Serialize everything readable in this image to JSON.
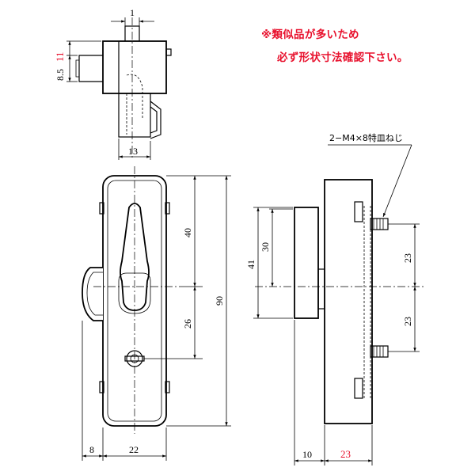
{
  "notes": {
    "line1": "※類似品が多いため",
    "line2": "必ず形状寸法確認下さい。"
  },
  "callout": {
    "screw_label": "2−M4×8特皿ねじ"
  },
  "dimensions": {
    "top_view": {
      "spindle_width": "1",
      "offset_red": "11",
      "offset": "8.5",
      "depth": "13"
    },
    "front_view": {
      "upper": "40",
      "lower": "26",
      "total_height": "90",
      "left_extension": "8",
      "width": "22"
    },
    "side_view": {
      "outer_height": "41",
      "inner_height": "30",
      "screw_pitch_upper": "23",
      "screw_pitch_lower": "23",
      "base_depth": "10",
      "body_depth_red": "23"
    }
  },
  "colors": {
    "line": "#000000",
    "accent_red": "#e8112d",
    "background": "#ffffff"
  }
}
